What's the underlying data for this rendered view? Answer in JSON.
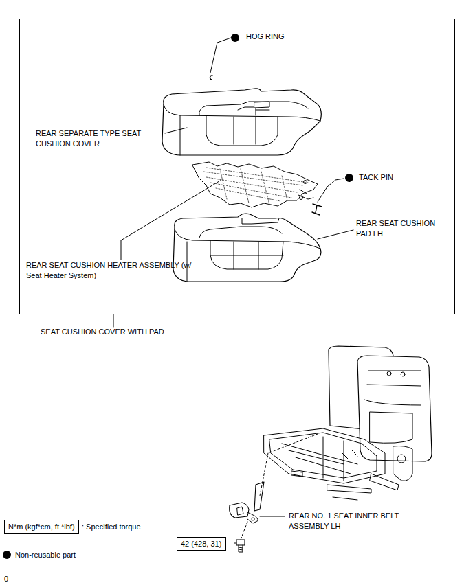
{
  "diagram": {
    "nodes": [
      {
        "text": [
          "SEAT CUSHION COVER WITH PAD"
        ]
      },
      {
        "text": [
          "N*m (kgf*cm, ft.*lbf)"
        ]
      },
      {
        "text": [
          "42 (428, 31)"
        ]
      }
    ],
    "labels": [
      "HOG RING",
      "REAR SEPARATE TYPE SEAT CUSHION COVER",
      "TACK PIN",
      "REAR SEAT CUSHION PAD LH",
      "REAR SEAT CUSHION HEATER ASSEMBLY (w/ Seat Heater System)",
      "REAR NO. 1 SEAT INNER BELT ASSEMBLY LH",
      "0"
    ],
    "legend": [
      {
        "text": ": Specified torque"
      },
      {
        "text": "Non-reusable part"
      }
    ]
  }
}
